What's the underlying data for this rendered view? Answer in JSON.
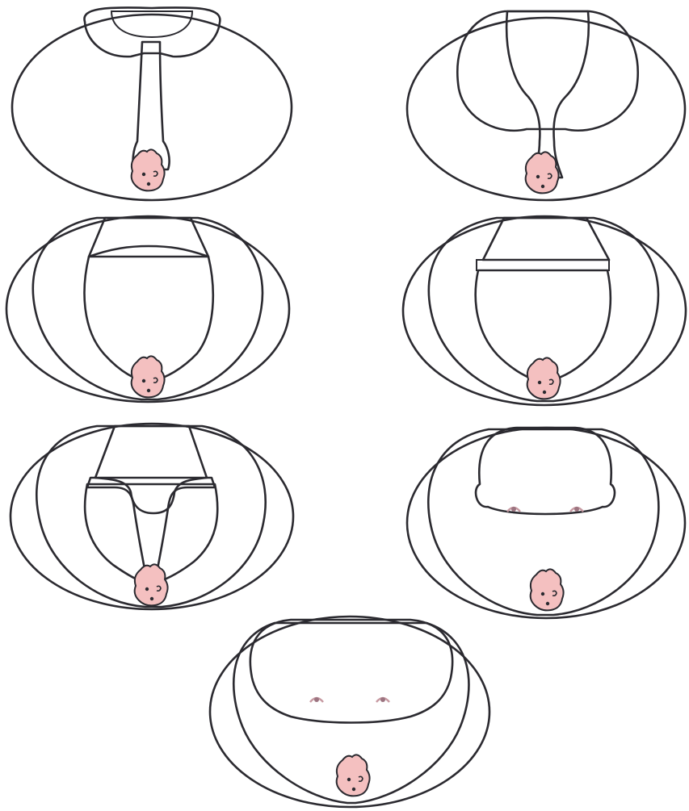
{
  "diagram": {
    "panel_count": 7,
    "stages": [
      "stage-1",
      "stage-2",
      "stage-3",
      "stage-4",
      "stage-5",
      "stage-6",
      "stage-7"
    ],
    "colors": {
      "background": "#ffffff",
      "egg_light": "#fdf4c8",
      "egg_mid": "#f7dc8e",
      "egg_rim": "#f2c46e",
      "fibers": "#e9be66",
      "cavity": "#5b4351",
      "cavity_glow": "#f6d7dc",
      "neck_mauve": "#7a5c6c",
      "pink_body": "#f4c0c0",
      "outline": "#2b2a30"
    },
    "icons": [
      "face-icon",
      "eye-spot-icon"
    ]
  }
}
